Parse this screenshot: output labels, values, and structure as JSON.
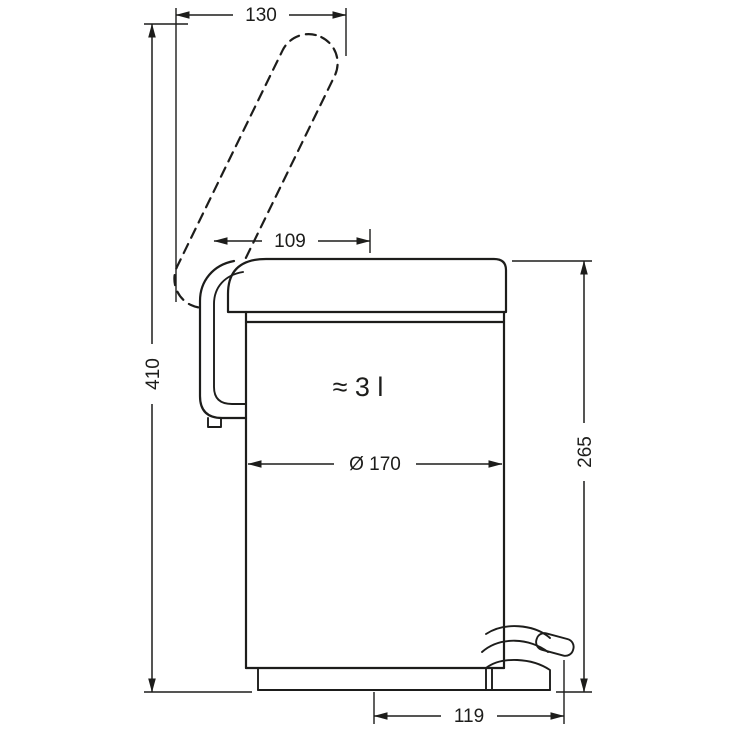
{
  "figure": {
    "capacity_label": "≈ 3 l",
    "dimensions": {
      "lid_open_width": "130",
      "lid_depth": "109",
      "total_height": "410",
      "body_height": "265",
      "diameter": "Ø 170",
      "pedal_depth": "119"
    },
    "colors": {
      "line": "#1d1d1b",
      "background": "#ffffff"
    }
  }
}
